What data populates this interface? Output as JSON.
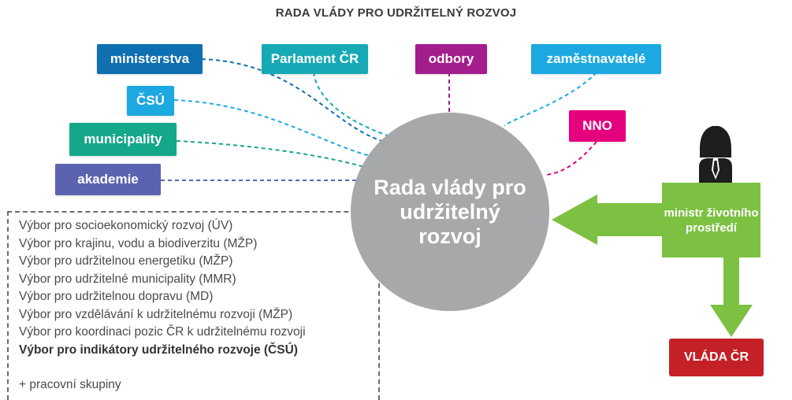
{
  "header": {
    "title": "RADA VLÁDY PRO UDRŽITELNÝ ROZVOJ"
  },
  "center": {
    "label": "Rada vlády pro udržitelný rozvoj"
  },
  "stakeholders": {
    "ministerstva": "ministerstva",
    "parlament": "Parlament ČR",
    "odbory": "odbory",
    "zamestnavatele": "zaměstnavatelé",
    "csu": "ČSÚ",
    "nno": "NNO",
    "municipality": "municipality",
    "akademie": "akademie"
  },
  "committees": {
    "items": [
      "Výbor pro socioekonomický rozvoj (ÚV)",
      "Výbor pro krajinu, vodu a biodiverzitu (MŽP)",
      "Výbor pro udržitelnou energetiku (MŽP)",
      "Výbor pro udržitelné municipality (MMR)",
      "Výbor pro udržitelnou dopravu (MD)",
      "Výbor pro vzdělávání k udržitelnému rozvoji (MŽP)",
      "Výbor pro koordinaci pozic ČR k udržitelnému rozvoji",
      "Výbor pro indikátory udržitelného rozvoje (ČSÚ)"
    ],
    "working_groups": "+ pracovní skupiny"
  },
  "minister": {
    "label": "ministr životního prostředí",
    "icon": "person-icon"
  },
  "government": {
    "label": "VLÁDA ČR"
  },
  "colors": {
    "ministerstva": "#0e6fb1",
    "parlament": "#17aab6",
    "odbory": "#a41d8c",
    "zamestnavatele": "#1ca9e1",
    "csu": "#1ca9e1",
    "nno": "#e5007d",
    "municipality": "#15a78a",
    "akademie": "#5b63b0",
    "circle": "#a7a8aa",
    "green": "#7cc142",
    "red": "#c42127"
  }
}
